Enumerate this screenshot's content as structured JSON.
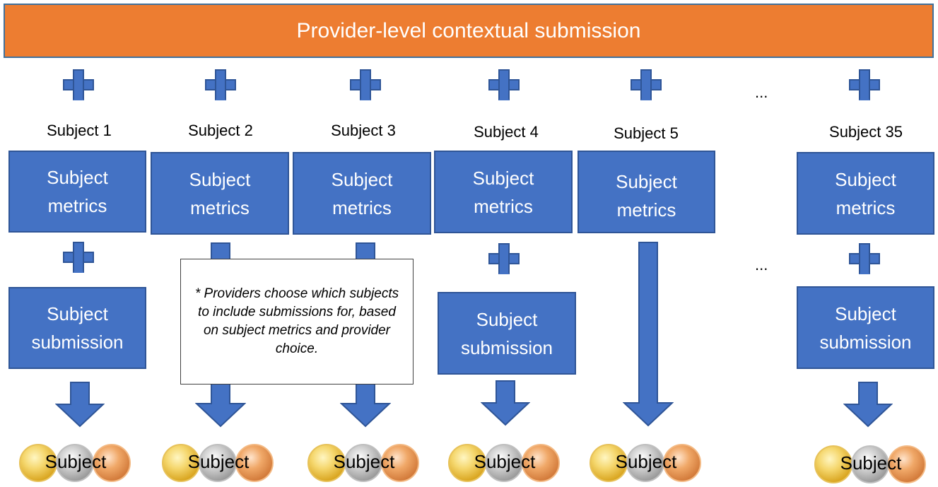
{
  "banner": {
    "text": "Provider-level contextual submission"
  },
  "subjects": [
    {
      "label": "Subject 1",
      "metrics": "Subject metrics",
      "submission": "Subject submission",
      "medal": "Subject"
    },
    {
      "label": "Subject 2",
      "metrics": "Subject metrics",
      "medal": "Subject"
    },
    {
      "label": "Subject 3",
      "metrics": "Subject metrics",
      "medal": "Subject"
    },
    {
      "label": "Subject 4",
      "metrics": "Subject metrics",
      "submission": "Subject submission",
      "medal": "Subject"
    },
    {
      "label": "Subject 5",
      "metrics": "Subject metrics",
      "medal": "Subject"
    },
    {
      "label": "Subject 35",
      "metrics": "Subject metrics",
      "submission": "Subject submission",
      "medal": "Subject"
    }
  ],
  "ellipsis": "...",
  "note": "* Providers choose which subjects to include submissions for, based on subject metrics and provider choice.",
  "colors": {
    "banner": "#ED7D31",
    "box": "#4472C4",
    "border": "#2F5597"
  }
}
